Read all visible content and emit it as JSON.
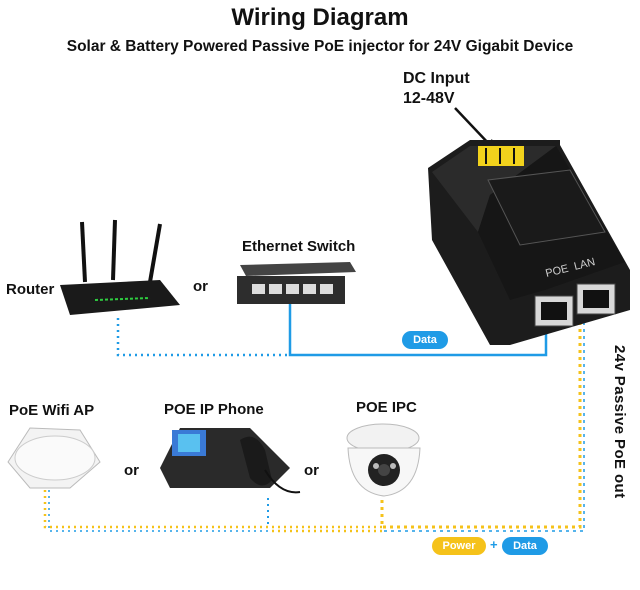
{
  "title": "Wiring Diagram",
  "subtitle": "Solar & Battery Powered Passive PoE injector for 24V Gigabit Device",
  "dc_input": {
    "line1": "DC Input",
    "line2": "12-48V"
  },
  "devices": {
    "router": "Router",
    "switch": "Ethernet Switch",
    "wifi_ap": "PoE Wifi AP",
    "ip_phone": "POE IP Phone",
    "ipc": "POE IPC"
  },
  "or_label": "or",
  "injector": {
    "port_label": "POE  LAN"
  },
  "output_label": "24v Passive PoE out",
  "data_label": "Data",
  "power_label": "Power",
  "plus_label": "+",
  "colors": {
    "data": "#1f9be6",
    "power": "#f5c21a",
    "device": "#1b1b1b",
    "terminal": "#f2d21c"
  }
}
